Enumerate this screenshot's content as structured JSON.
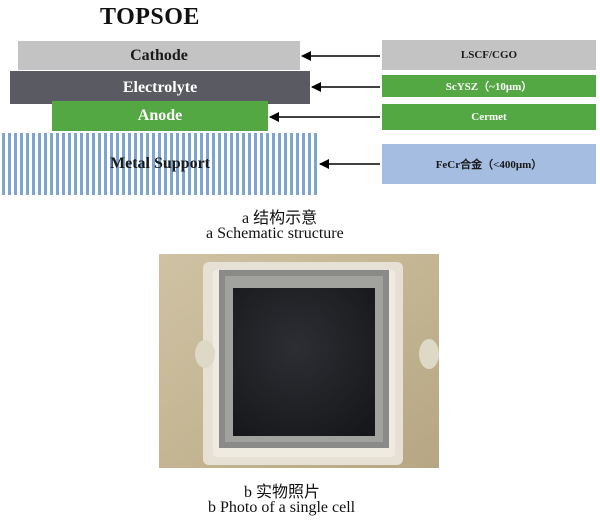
{
  "title": "TOPSOE",
  "layers": {
    "cathode": "Cathode",
    "electrolyte": "Electrolyte",
    "anode": "Anode",
    "support": "Metal Support"
  },
  "materials": {
    "cathode": "LSCF/CGO",
    "electrolyte": "ScYSZ（~10μm）",
    "anode": "Cermet",
    "support": "FeCr合金（<400μm）"
  },
  "captions": {
    "a_cn": "a  结构示意",
    "a_en": "a   Schematic structure",
    "b_cn": "b  实物照片",
    "b_en": "b  Photo of a single cell"
  },
  "colors": {
    "cathode": "#c3c3c3",
    "electrolyte": "#5a5a62",
    "anode": "#53a843",
    "support_stripe": "#7ea5cf",
    "support_material": "#a4bde0"
  }
}
